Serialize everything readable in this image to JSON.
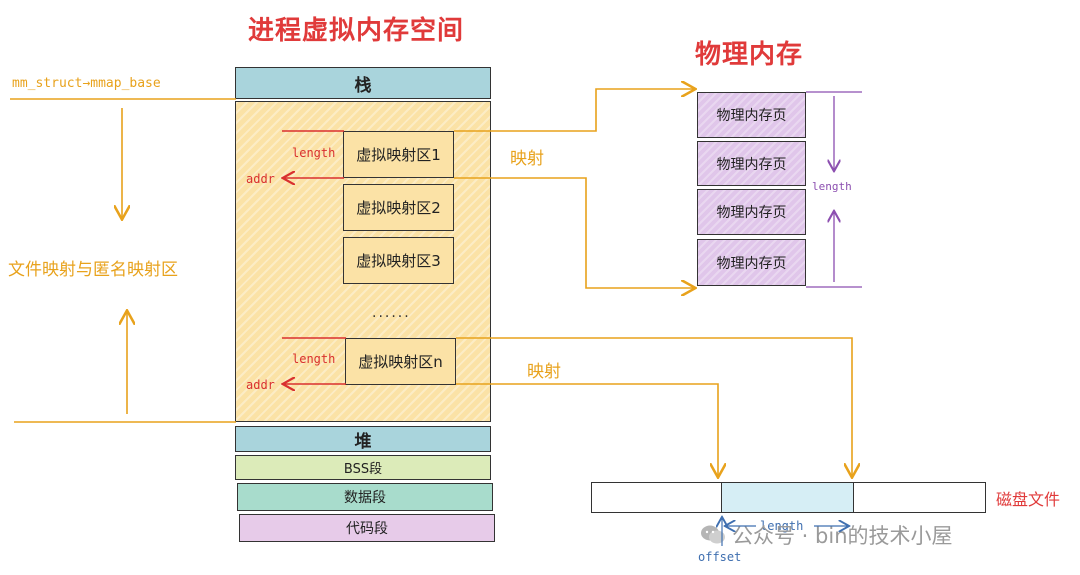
{
  "titles": {
    "virtual_space": "进程虚拟内存空间",
    "physical_memory": "物理内存"
  },
  "labels": {
    "mmap_base": "mm_struct→mmap_base",
    "file_anon_region": "文件映射与匿名映射区",
    "map1": "映射",
    "map2": "映射",
    "length_a": "length",
    "addr_a": "addr",
    "length_b": "length",
    "addr_b": "addr",
    "dots": "......",
    "phys_length": "length",
    "disk_file": "磁盘文件",
    "disk_length": "length",
    "disk_offset": "offset",
    "watermark": "公众号 · bin的技术小屋"
  },
  "segments": {
    "stack": "栈",
    "heap": "堆",
    "bss": "BSS段",
    "data": "数据段",
    "code": "代码段"
  },
  "vmas": [
    "虚拟映射区1",
    "虚拟映射区2",
    "虚拟映射区3",
    "虚拟映射区n"
  ],
  "phys_pages": [
    "物理内存页",
    "物理内存页",
    "物理内存页",
    "物理内存页"
  ],
  "colors": {
    "title": "#e03a3a",
    "orange": "#e8a21c",
    "red": "#d9302f",
    "purple": "#8c4fb0"
  }
}
